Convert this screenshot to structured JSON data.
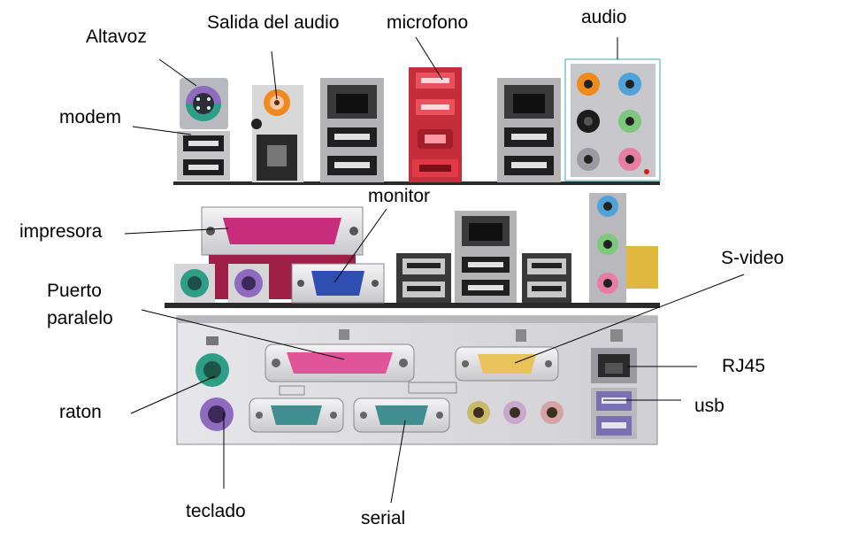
{
  "labels": {
    "altavoz": "Altavoz",
    "salida_audio": "Salida del audio",
    "microfono": "microfono",
    "audio": "audio",
    "modem": "modem",
    "impresora": "impresora",
    "monitor": "monitor",
    "puerto_paralelo_1": "Puerto",
    "puerto_paralelo_2": "paralelo",
    "svideo": "S-video",
    "rj45": "RJ45",
    "usb": "usb",
    "raton": "raton",
    "teclado": "teclado",
    "serial": "serial"
  },
  "colors": {
    "ps2_green": "#2e9e86",
    "ps2_purple": "#8e6bbf",
    "parallel_pink": "#e0559a",
    "vga_blue": "#2f4fb0",
    "serial_teal": "#3f8f90",
    "game_yellow": "#e9c35a",
    "audio_orange": "#f08a1e",
    "audio_blue": "#4fa3d9",
    "audio_green": "#7cc87c",
    "audio_pink": "#e87da2",
    "red_port": "#d9343f",
    "panel_grey": "#d9d9dc"
  }
}
